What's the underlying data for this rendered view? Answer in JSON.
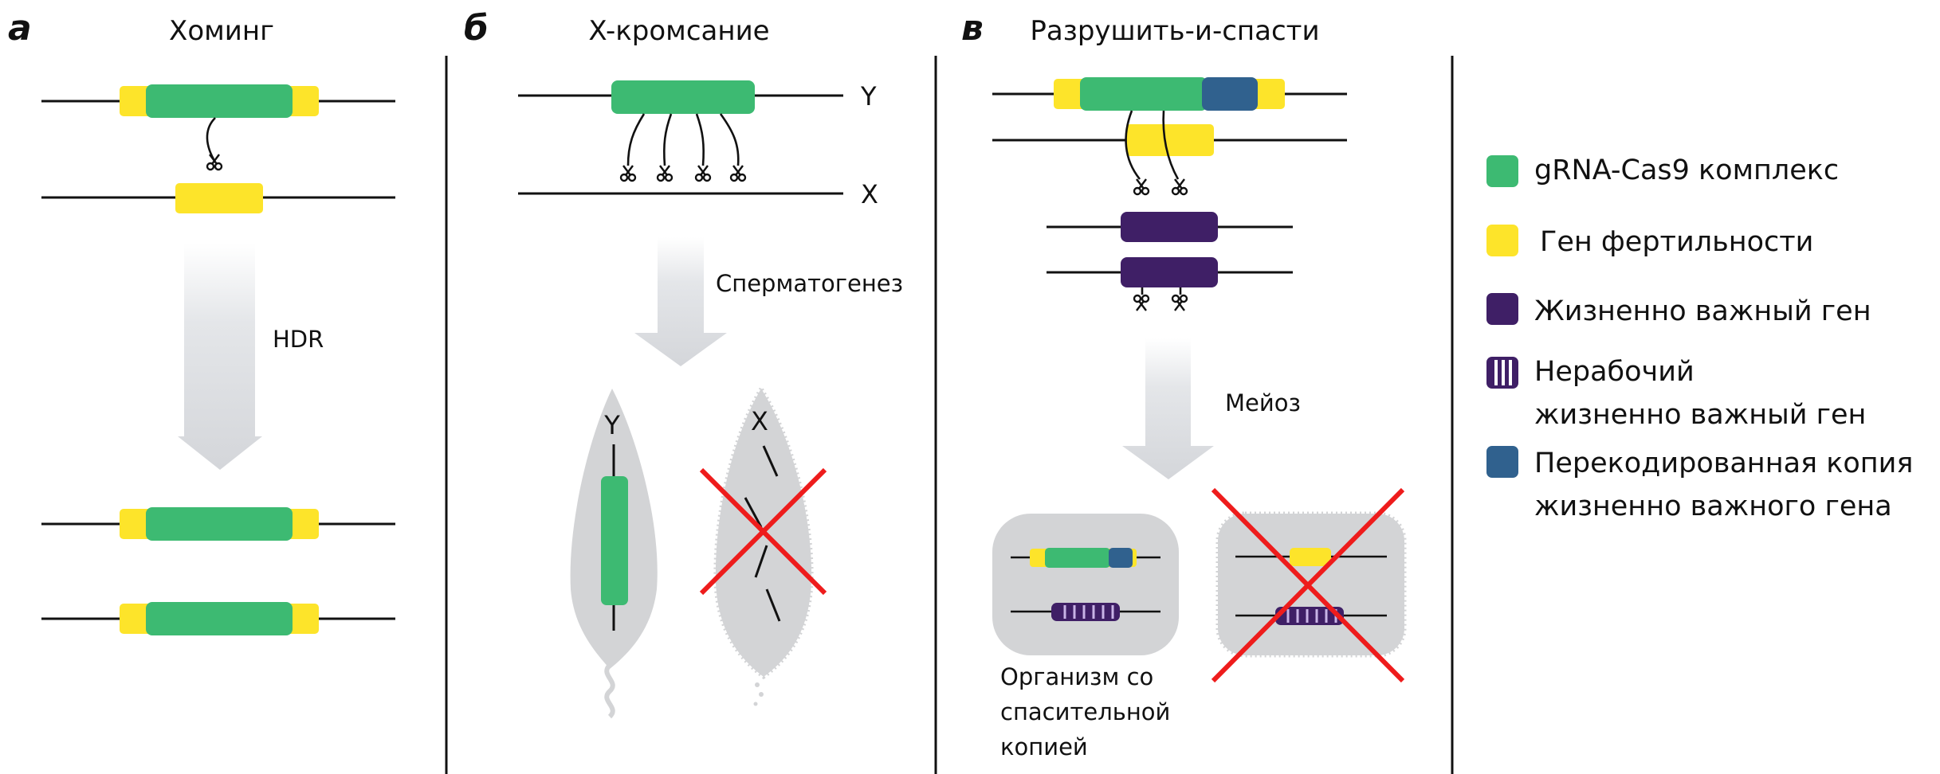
{
  "colors": {
    "cas9_complex": "#3dba72",
    "fertility_gene": "#fde42a",
    "vital_gene": "#3f1f66",
    "recoded_copy": "#30618e",
    "strand": "#111111",
    "arrow": "#d6d8dc",
    "cell": "#d3d4d6",
    "cross": "#ee1c1c"
  },
  "panels": [
    {
      "letter": "а",
      "title": "Хоминг",
      "arrow_label": "HDR"
    },
    {
      "letter": "б",
      "title": "X-кромсание",
      "arrow_label": "Сперматогенез",
      "chromosomes": {
        "top": "Y",
        "bottom": "X"
      },
      "sperm_labels": {
        "alive": "Y",
        "destroyed": "X"
      }
    },
    {
      "letter": "в",
      "title": "Разрушить-и-спасти",
      "arrow_label": "Мейоз",
      "caption": [
        "Организм со",
        "спасительной",
        "копией"
      ]
    }
  ],
  "legend": [
    {
      "icon": "green-square-icon",
      "lines": [
        "gRNA-Cas9 комплекс"
      ]
    },
    {
      "icon": "yellow-square-icon",
      "lines": [
        "Ген фертильности"
      ]
    },
    {
      "icon": "purple-square-icon",
      "lines": [
        "Жизненно важный ген"
      ]
    },
    {
      "icon": "striped-purple-square-icon",
      "lines": [
        "Нерабочий",
        "жизненно важный ген"
      ]
    },
    {
      "icon": "blue-square-icon",
      "lines": [
        "Перекодированная копия",
        "жизненно важного гена"
      ]
    }
  ]
}
